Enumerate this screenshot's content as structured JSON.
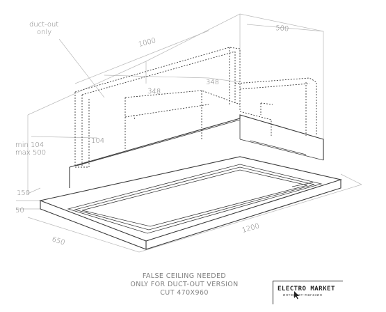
{
  "dimensions": {
    "duct_note_line1": "duct-out",
    "duct_note_line2": "only",
    "width_top": "1000",
    "depth_top": "500",
    "duct_width": "348",
    "duct_depth": "348",
    "duct_height": "104",
    "min_height": "min 104",
    "max_height": "max 500",
    "body_height": "150",
    "frame_height": "50",
    "frame_depth": "650",
    "frame_width": "1200"
  },
  "notes": {
    "line1": "FALSE CEILING NEEDED",
    "line2": "ONLY FOR DUCT-OUT VERSION",
    "line3": "CUT 470X960"
  },
  "logo": {
    "name": "ELECTRO MARKET",
    "tagline": "интернет-магазин"
  }
}
